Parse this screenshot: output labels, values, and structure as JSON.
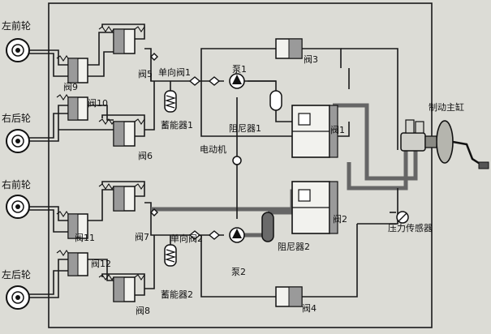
{
  "labels": {
    "left_front_wheel": "左前轮",
    "right_rear_wheel": "右后轮",
    "right_front_wheel": "右前轮",
    "left_rear_wheel": "左后轮",
    "valve1": "阀1",
    "valve2": "阀2",
    "valve3": "阀3",
    "valve4": "阀4",
    "valve5": "阀5",
    "valve6": "阀6",
    "valve7": "阀7",
    "valve8": "阀8",
    "valve9": "阀9",
    "valve10": "阀10",
    "valve11": "阀11",
    "valve12": "阀12",
    "check_valve1": "单向阀1",
    "check_valve2": "单向阀2",
    "pump1": "泵1",
    "pump2": "泵2",
    "accumulator1": "蓄能器1",
    "accumulator2": "蓄能器2",
    "damper1": "阻尼器1",
    "damper2": "阻尼器2",
    "motor": "电动机",
    "master_cylinder": "制动主缸",
    "pressure_sensor": "压力传感器"
  },
  "colors": {
    "background": "#dcdcd6",
    "line": "#1a1a1a",
    "fill_pipe": "#7a7a7a",
    "component_fill": "#f2f2ee"
  }
}
